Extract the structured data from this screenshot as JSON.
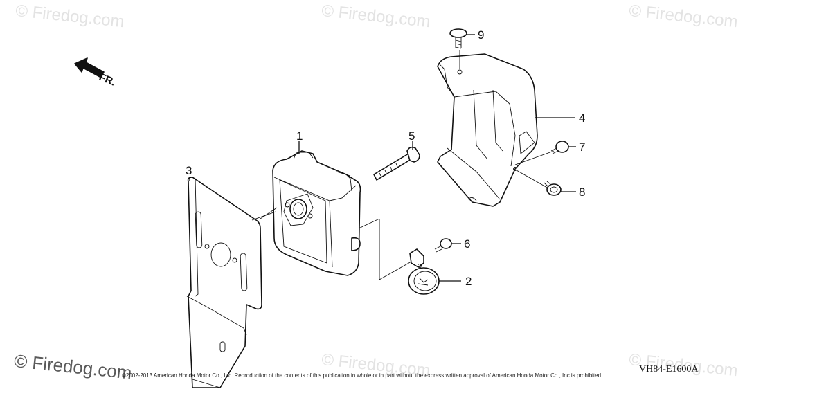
{
  "watermarks": [
    "© Firedog.com",
    "© Firedog.com",
    "© Firedog.com",
    "© Firedog.com",
    "© Firedog.com"
  ],
  "watermark_main": "© Firedog.com",
  "front_label": "FR.",
  "part_numbers": [
    "1",
    "2",
    "3",
    "4",
    "5",
    "6",
    "7",
    "8",
    "9"
  ],
  "copyright": "©2002-2013 American Honda Motor Co., Inc. Reproduction of the contents of this publication in whole or in part without the express written approval of American Honda Motor Co., Inc is prohibited.",
  "diagram_code": "VH84-E1600A"
}
